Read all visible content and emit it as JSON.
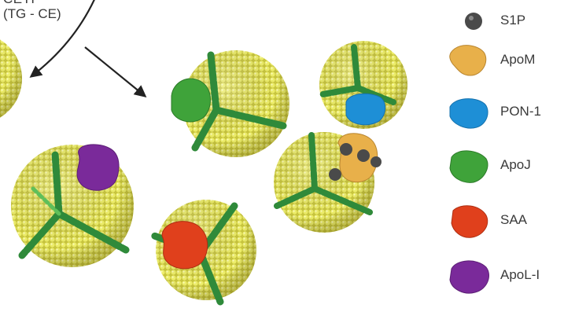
{
  "caption": {
    "line1": "CETP",
    "line2": "(TG - CE)"
  },
  "legend": [
    {
      "id": "s1p",
      "label": "S1P",
      "color": "#4a4a4a",
      "icon": "dot-icon"
    },
    {
      "id": "apom",
      "label": "ApoM",
      "color": "#e8b04a",
      "icon": "blob-icon"
    },
    {
      "id": "pon1",
      "label": "PON-1",
      "color": "#1e8fd6",
      "icon": "blob-icon"
    },
    {
      "id": "apoj",
      "label": "ApoJ",
      "color": "#3fa33a",
      "icon": "blob-icon"
    },
    {
      "id": "saa",
      "label": "SAA",
      "color": "#e0401c",
      "icon": "blob-icon"
    },
    {
      "id": "apol",
      "label": "ApoL-I",
      "color": "#7a2a9a",
      "icon": "blob-icon"
    }
  ],
  "colors": {
    "lipid": "#e4e35a",
    "lipid_dark": "#b9b63a",
    "apoa": "#2f8a3a",
    "apoa_light": "#5fbf5a",
    "arrow": "#222222",
    "text": "#3a3a3a"
  }
}
